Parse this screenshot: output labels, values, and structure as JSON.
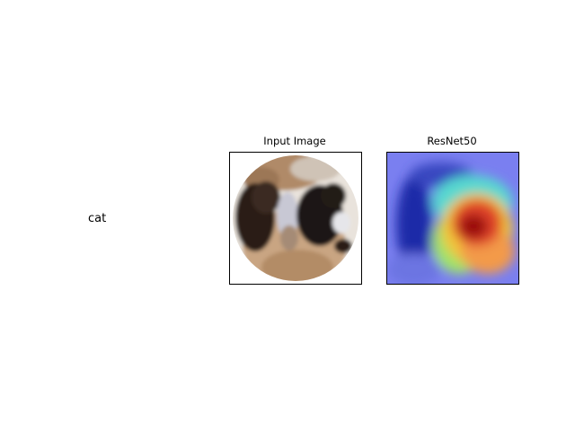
{
  "row": {
    "class_label": "cat"
  },
  "panels": {
    "input": {
      "title": "Input Image"
    },
    "cam": {
      "title": "ResNet50"
    }
  }
}
